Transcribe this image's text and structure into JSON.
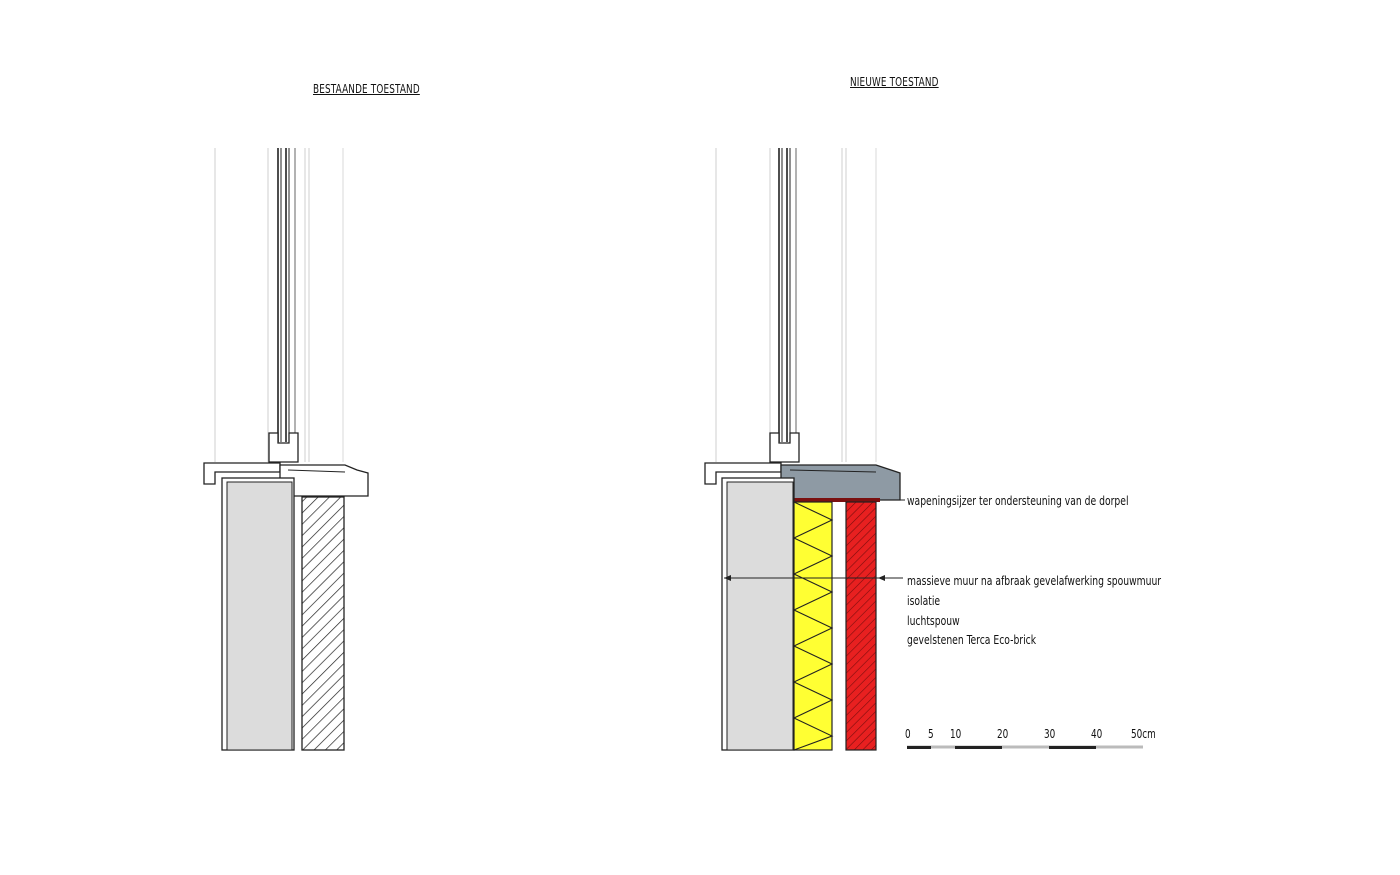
{
  "left_panel": {
    "title": "BESTAANDE TOESTAND"
  },
  "right_panel": {
    "title": "NIEUWE TOESTAND",
    "annotations": [
      "wapeningsijzer ter ondersteuning van de dorpel",
      "massieve muur na afbraak gevelafwerking spouwmuur",
      "isolatie",
      "luchtspouw",
      "gevelstenen Terca Eco-brick"
    ]
  },
  "scale_bar": {
    "ticks": [
      "0",
      "5",
      "10",
      "20",
      "30",
      "40",
      "50cm"
    ]
  },
  "colors": {
    "masonry_inner": "#dcdcdc",
    "insulation": "#ffff33",
    "brick": "#e31e1e",
    "sill_stone": "#8e9aa4",
    "rebar": "#7a1010"
  }
}
